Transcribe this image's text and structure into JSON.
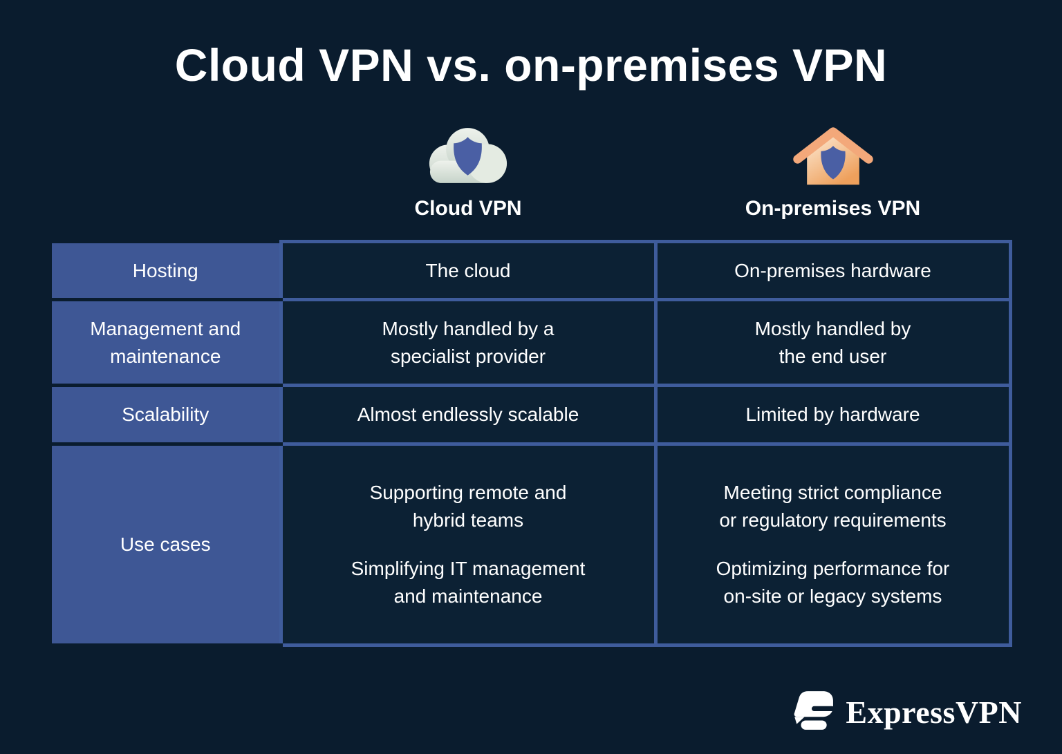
{
  "title": "Cloud VPN vs. on-premises VPN",
  "colors": {
    "background": "#0a1c2e",
    "cell_background": "#0c2134",
    "label_column_blue": "#3e5795",
    "table_border_blue": "#3f5c9c",
    "text": "#ffffff",
    "shield_blue": "#4a5fa4",
    "cloud_light": "#ecf1ea",
    "cloud_dark": "#c6d3c9",
    "cloud_overlap": "#e4ebe2",
    "house_light": "#fdeedb",
    "house_orange": "#eea05c",
    "roof_orange": "#f3a87a"
  },
  "column_headers": [
    {
      "label": "Cloud VPN",
      "icon": "cloud-shield-icon"
    },
    {
      "label": "On-premises VPN",
      "icon": "house-shield-icon"
    }
  ],
  "table": {
    "rows": [
      {
        "label": "Hosting",
        "cloud": "The cloud",
        "onprem": "On-premises hardware"
      },
      {
        "label": "Management and\nmaintenance",
        "cloud": "Mostly handled by a\nspecialist provider",
        "onprem": "Mostly handled by\nthe end user"
      },
      {
        "label": "Scalability",
        "cloud": "Almost endlessly scalable",
        "onprem": "Limited by hardware"
      },
      {
        "label": "Use cases",
        "cloud_paragraphs": [
          "Supporting remote and\nhybrid teams",
          "Simplifying IT management\nand maintenance"
        ],
        "onprem_paragraphs": [
          "Meeting strict compliance\nor regulatory requirements",
          "Optimizing performance for\non-site or legacy systems"
        ]
      }
    ]
  },
  "footer": {
    "brand": "ExpressVPN",
    "logo": "expressvpn-logo-icon"
  }
}
